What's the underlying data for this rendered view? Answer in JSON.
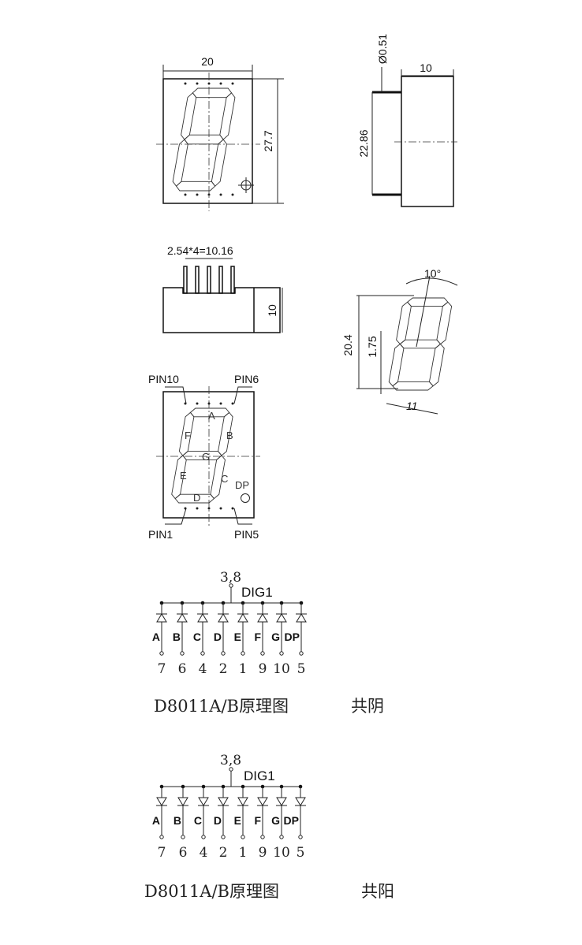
{
  "front_view": {
    "width_dim": "20",
    "height_dim": "27.7"
  },
  "side_view": {
    "pin_dia_dim": "Ø0.51",
    "depth_dim": "10",
    "pin_span_dim": "22.86"
  },
  "bottom_view": {
    "pitch_dim": "2.54*4=10.16",
    "height_dim": "10"
  },
  "tilted_view": {
    "angle_dim": "10°",
    "digit_height_dim": "20.4",
    "segment_width_dim": "1.75",
    "digit_width_dim": "11"
  },
  "pin_view": {
    "pin_labels": {
      "top_left": "PIN10",
      "top_right": "PIN6",
      "bottom_left": "PIN1",
      "bottom_right": "PIN5"
    },
    "segments": {
      "a": "A",
      "b": "B",
      "c": "C",
      "d": "D",
      "e": "E",
      "f": "F",
      "g": "G",
      "dp": "DP"
    }
  },
  "schematics": [
    {
      "common_pin": "3,8",
      "common_label": "DIG1",
      "segment_labels": [
        "A",
        "B",
        "C",
        "D",
        "E",
        "F",
        "G",
        "DP"
      ],
      "pin_numbers": [
        "7",
        "6",
        "4",
        "2",
        "1",
        "9",
        "10",
        "5"
      ],
      "caption": "D8011A/B原理图",
      "type_label": "共阴"
    },
    {
      "common_pin": "3,8",
      "common_label": "DIG1",
      "segment_labels": [
        "A",
        "B",
        "C",
        "D",
        "E",
        "F",
        "G",
        "DP"
      ],
      "pin_numbers": [
        "7",
        "6",
        "4",
        "2",
        "1",
        "9",
        "10",
        "5"
      ],
      "caption": "D8011A/B原理图",
      "type_label": "共阳"
    }
  ]
}
